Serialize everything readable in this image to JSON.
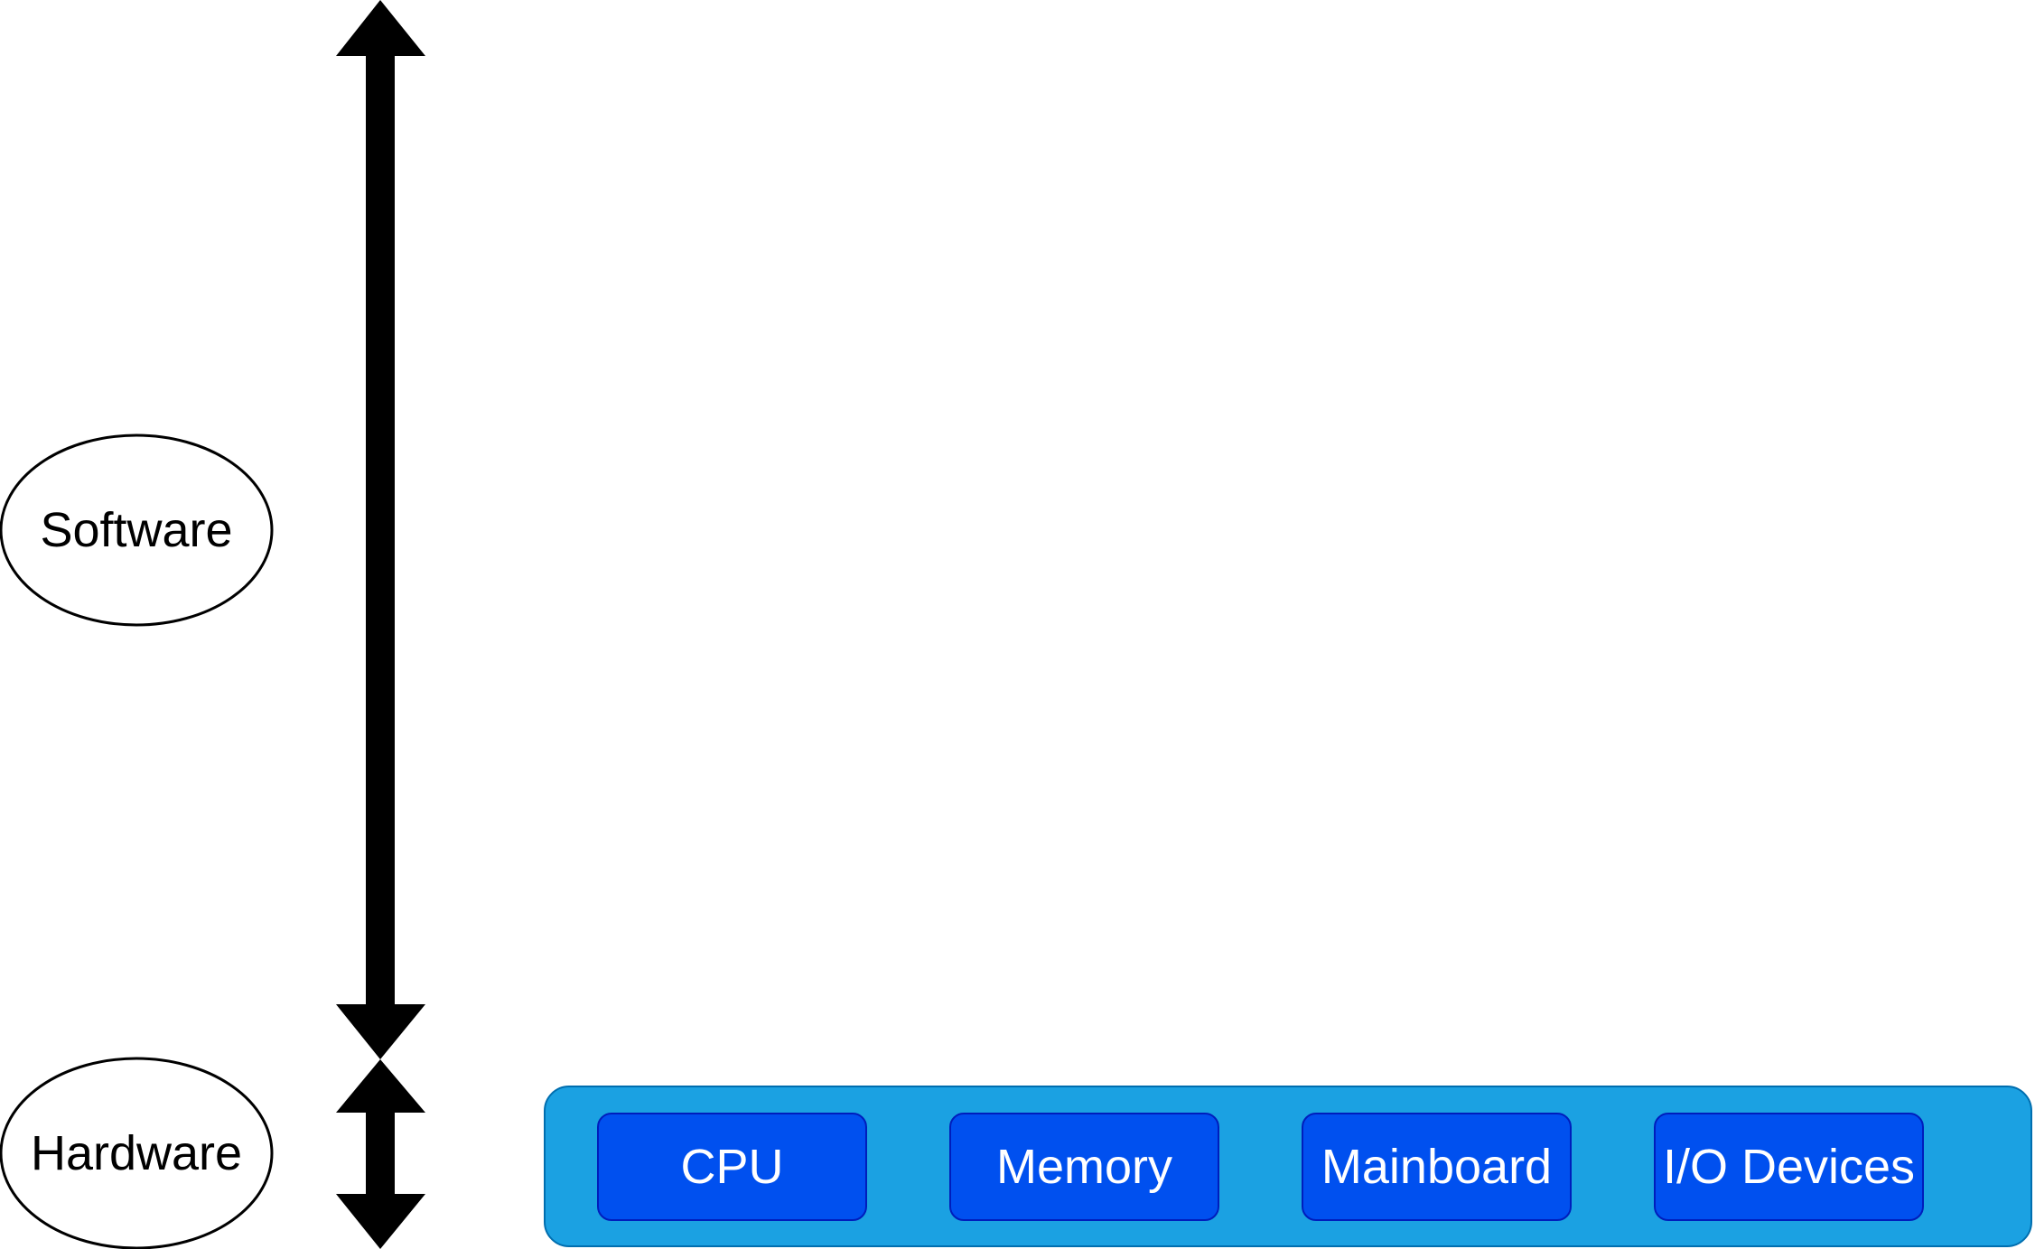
{
  "layers": {
    "software": {
      "label": "Software"
    },
    "hardware": {
      "label": "Hardware"
    }
  },
  "hardware_components": [
    {
      "label": "CPU"
    },
    {
      "label": "Memory"
    },
    {
      "label": "Mainboard"
    },
    {
      "label": "I/O Devices"
    }
  ],
  "colors": {
    "panel_fill": "#1BA1E2",
    "panel_border": "#006EAF",
    "box_fill": "#0050EF",
    "box_border": "#001DBC",
    "box_text": "#FFFFFF",
    "arrow": "#000000",
    "ellipse_border": "#000000"
  },
  "icons": {
    "software_range_arrow": "double-headed-vertical-arrow",
    "hardware_range_arrow": "double-headed-vertical-arrow"
  }
}
